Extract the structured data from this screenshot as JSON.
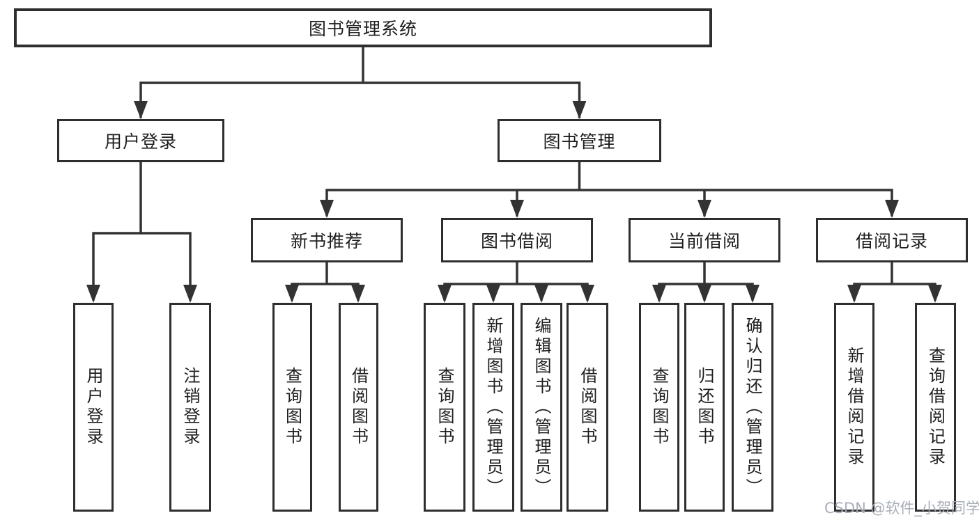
{
  "diagram": {
    "root": {
      "label": "图书管理系统"
    },
    "level2": [
      {
        "label": "用户登录"
      },
      {
        "label": "图书管理"
      }
    ],
    "level3": [
      {
        "label": "新书推荐",
        "parent": "图书管理"
      },
      {
        "label": "图书借阅",
        "parent": "图书管理"
      },
      {
        "label": "当前借阅",
        "parent": "图书管理"
      },
      {
        "label": "借阅记录",
        "parent": "图书管理"
      }
    ],
    "leaves": [
      {
        "label": "用户登录",
        "parent": "用户登录"
      },
      {
        "label": "注销登录",
        "parent": "用户登录"
      },
      {
        "label": "查询图书",
        "parent": "新书推荐"
      },
      {
        "label": "借阅图书",
        "parent": "新书推荐"
      },
      {
        "label": "查询图书",
        "parent": "图书借阅"
      },
      {
        "label": "新增图书（管理员）",
        "parent": "图书借阅"
      },
      {
        "label": "编辑图书（管理员）",
        "parent": "图书借阅"
      },
      {
        "label": "借阅图书",
        "parent": "图书借阅"
      },
      {
        "label": "查询图书",
        "parent": "当前借阅"
      },
      {
        "label": "归还图书",
        "parent": "当前借阅"
      },
      {
        "label": "确认归还（管理员）",
        "parent": "当前借阅"
      },
      {
        "label": "新增借阅记录",
        "parent": "借阅记录"
      },
      {
        "label": "查询借阅记录",
        "parent": "借阅记录"
      }
    ]
  },
  "watermark": {
    "text": "CSDN @软件_小贺同学"
  },
  "colors": {
    "line": "#333333",
    "box_border": "#2e2e2e",
    "text": "#1e1e1e",
    "watermark": "#a4aab5",
    "background": "#ffffff"
  }
}
